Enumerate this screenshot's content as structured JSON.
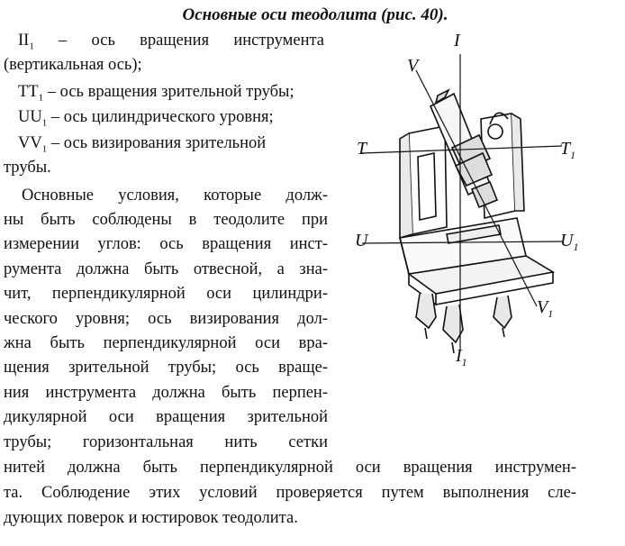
{
  "heading": "Основные оси теодолита (рис. 40).",
  "axes_list": [
    {
      "sym": "II",
      "sub": "1",
      "text": " – ось вращения инструмента"
    },
    {
      "text": "(вертикальная ось);"
    },
    {
      "sym": "TT",
      "sub": "1",
      "text": " – ось вращения зрительной трубы;"
    },
    {
      "sym": "UU",
      "sub": "1",
      "text": " – ось цилиндрического уровня;"
    },
    {
      "sym": "VV",
      "sub": "1",
      "text": " – ось визирования зрительной"
    },
    {
      "text": "трубы."
    }
  ],
  "body_lines": [
    "Основные условия, которые долж-",
    "ны быть соблюдены в теодолите при",
    "измерении углов: ось вращения инст-",
    "румента должна быть отвесной, а зна-",
    "чит, перпендикулярной оси цилиндри-",
    "ческого уровня; ось визирования дол-",
    "жна быть перпендикулярной оси вра-",
    "щения зрительной трубы; ось враще-",
    "ния инструмента должна быть перпен-",
    "дикулярной оси вращения зрительной",
    "трубы; горизонтальная нить сетки"
  ],
  "full_lines": [
    "нитей должна быть перпендикулярной оси вращения инструмен-",
    "та. Соблюдение этих условий проверяется путем выполнения сле-",
    "дующих поверок и юстировок теодолита."
  ],
  "figure_labels": {
    "I_top": "I",
    "V_top": "V",
    "T_left": "T",
    "T1": "T",
    "U_left": "U",
    "U1": "U",
    "V1": "V",
    "I1": "I",
    "sub1": "1"
  }
}
